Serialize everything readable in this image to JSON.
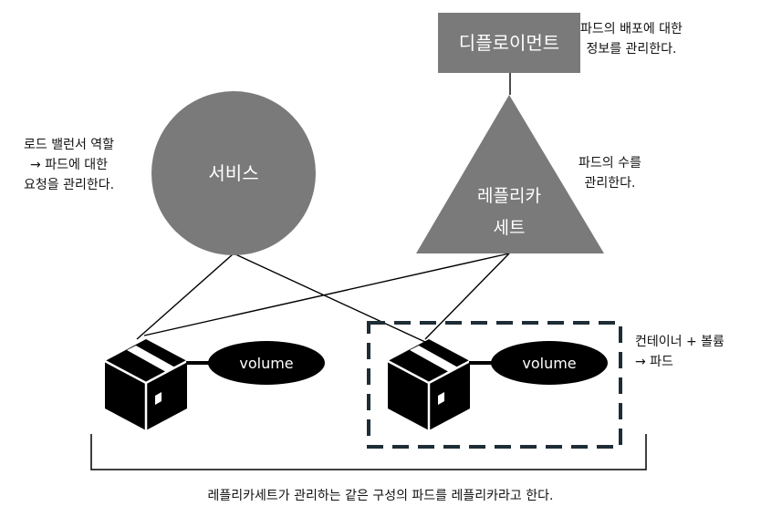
{
  "deployment": {
    "label": "디플로이먼트",
    "note_lines": [
      "파드의 배포에 대한",
      "정보를 관리한다."
    ]
  },
  "service": {
    "label": "서비스",
    "note_lines": [
      "로드 밸런서 역할",
      "→ 파드에 대한",
      "요청을 관리한다."
    ]
  },
  "replicaset": {
    "label_lines": [
      "레플리카",
      "세트"
    ],
    "note_lines": [
      "파드의 수를",
      "관리한다."
    ]
  },
  "pod_note_lines": [
    "컨테이너 + 볼륨",
    "→ 파드"
  ],
  "volumes": [
    "volume",
    "volume"
  ],
  "caption": "레플리카세트가 관리하는 같은 구성의 파드를 레플리카라고 한다.",
  "colors": {
    "shape_fill": "#7a7a7a",
    "text_on_shape": "#ffffff",
    "dark": "#000000",
    "pod_border": "#1e2d36"
  }
}
